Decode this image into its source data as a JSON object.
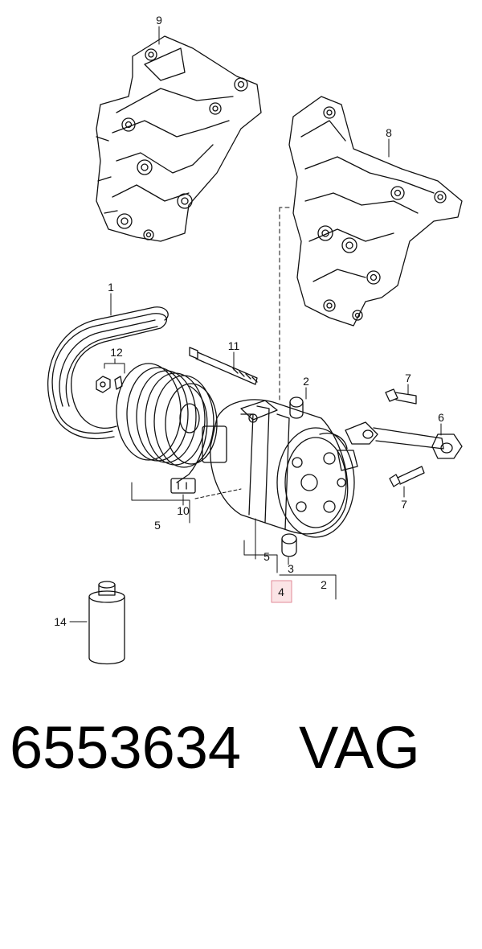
{
  "callouts": {
    "c1": "1",
    "c2a": "2",
    "c2b": "2",
    "c3": "3",
    "c4": "4",
    "c5a": "5",
    "c5b": "5",
    "c6": "6",
    "c7a": "7",
    "c7b": "7",
    "c8": "8",
    "c9": "9",
    "c10": "10",
    "c11": "11",
    "c12": "12",
    "c14": "14"
  },
  "highlighted_callout": "4",
  "caption": {
    "part_number": "6553634",
    "brand": "VAG"
  },
  "colors": {
    "line": "#111111",
    "highlight_fill": "#fbe4e6",
    "highlight_stroke": "#e28a97"
  }
}
